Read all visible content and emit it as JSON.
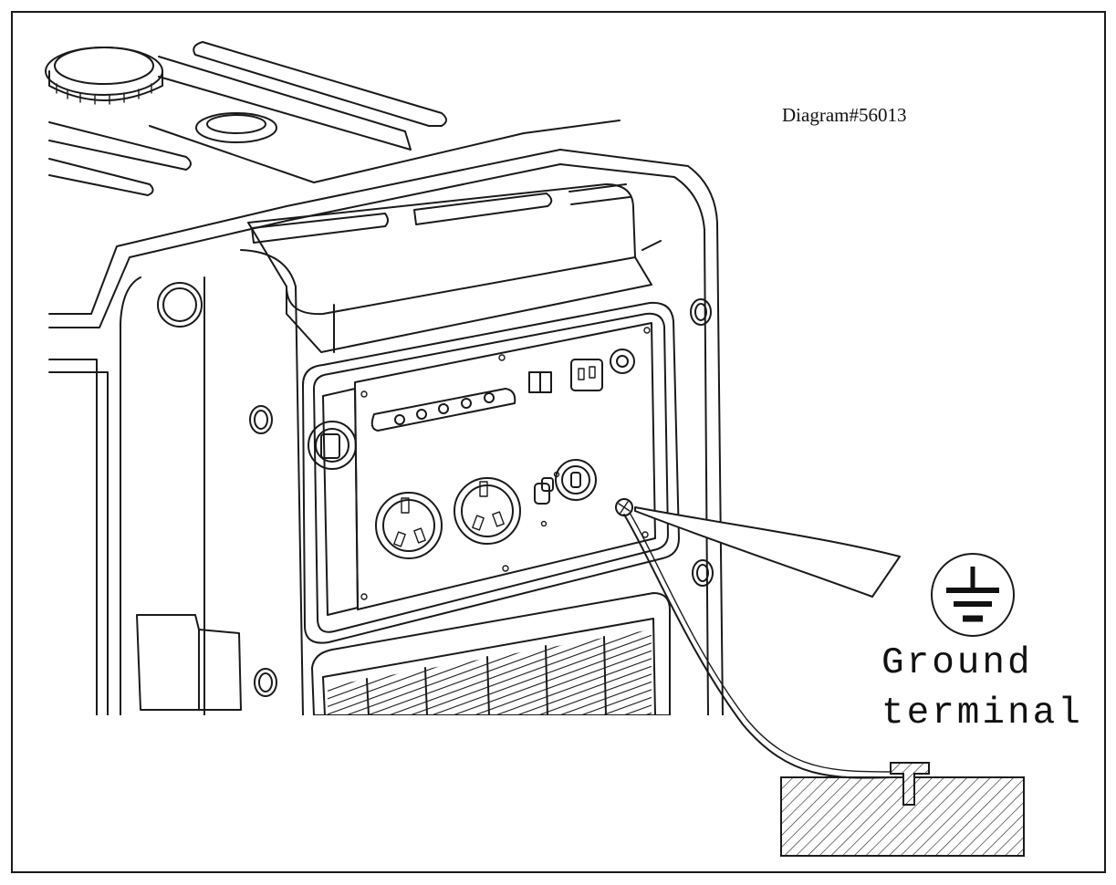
{
  "diagram_id": "Diagram#56013",
  "label": {
    "line1": "Ground",
    "line2": "terminal"
  },
  "icons": {
    "ground_symbol": "earth-ground-icon"
  },
  "colors": {
    "ink": "#1a1a1a",
    "background": "#ffffff"
  }
}
